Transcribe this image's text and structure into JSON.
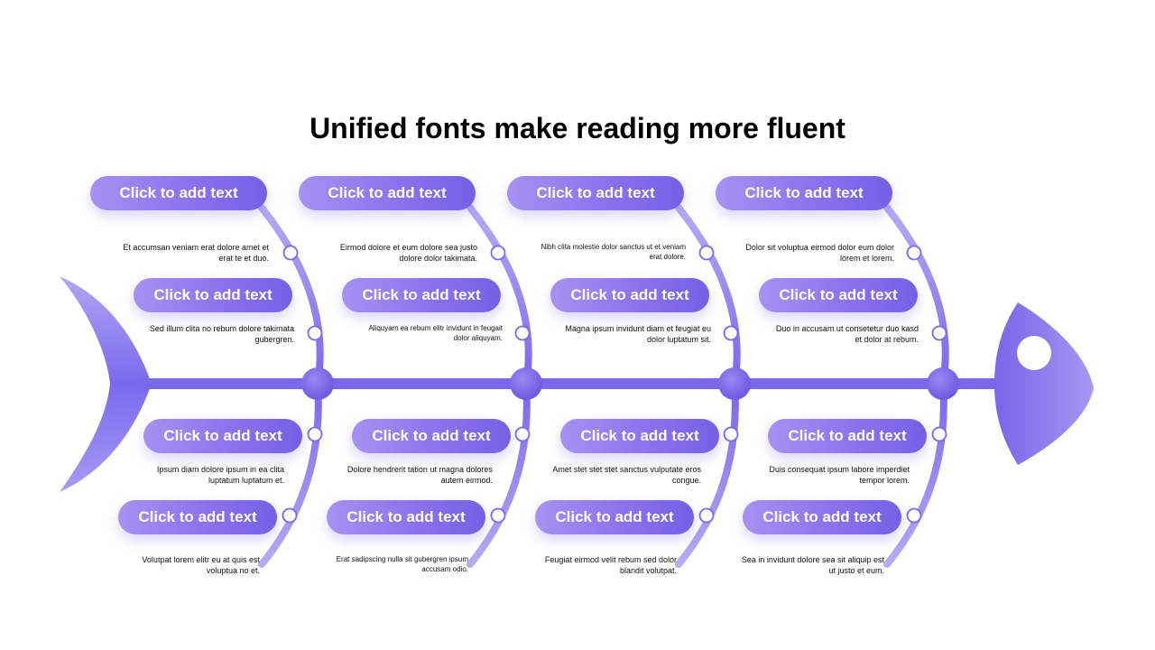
{
  "title": "Unified fonts make reading more fluent",
  "colors": {
    "accent": "#7b68ee",
    "accent_light": "#a89af5",
    "text": "#000000"
  },
  "icons": {
    "head": "fish-head-icon",
    "tail": "fish-tail-icon",
    "eye": "fish-eye-icon"
  },
  "labels": [
    "Click to add text",
    "Click to add text",
    "Click to add text",
    "Click to add text",
    "Click to add text",
    "Click to add text",
    "Click to add text",
    "Click to add text",
    "Click to add text",
    "Click to add text",
    "Click to add text",
    "Click to add text",
    "Click to add text",
    "Click to add text",
    "Click to add text",
    "Click to add text"
  ],
  "notes": [
    "Et accumsan veniam erat dolore amet et erat te et duo.",
    "Eirmod dolore et eum dolore sea justo dolore dolor takimata.",
    "Nibh clita molestie dolor sanctus ut et veniam erat dolore.",
    "Dolor sit voluptua eirmod dolor eum dolor lorem et lorem.",
    "Sed illum clita no rebum dolore takimata gubergren.",
    "Aliquyam ea rebum elitr invidunt in feugait dolor aliquyam.",
    "Magna ipsum invidunt diam et feugiat eu dolor luptatum sit.",
    "Duo in accusam ut consetetur duo kasd et dolor at rebum.",
    "Ipsum diam dolore ipsum in ea clita luptatum luptatum et.",
    "Dolore hendrerit tation ut magna dolores autem eirmod.",
    "Amet stet stet stet sanctus vulputate eros congue.",
    "Duis consequat ipsum labore imperdiet tempor lorem.",
    "Volutpat lorem elitr eu at quis est voluptua no et.",
    "Erat sadipscing nulla sit gubergren ipsum accusam odio.",
    "Feugiat eirmod velit rebum sed dolor blandit volutpat.",
    "Sea in invidunt dolore sea sit aliquip est ut justo et eum."
  ]
}
